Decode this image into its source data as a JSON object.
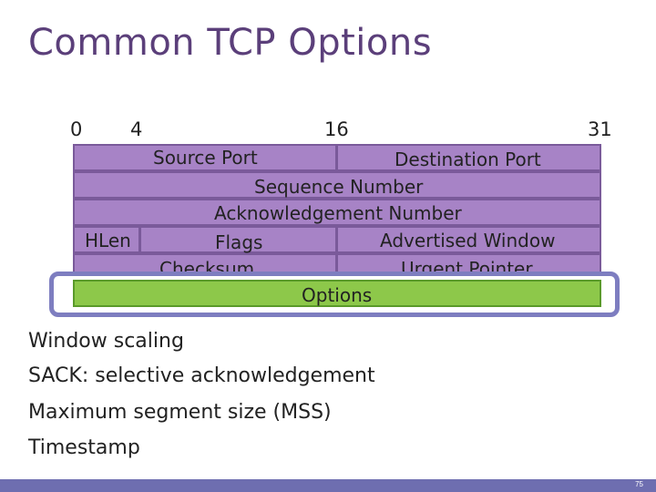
{
  "title": "Common TCP Options",
  "bit_positions": [
    "0",
    "4",
    "16",
    "31"
  ],
  "header_fields": {
    "source_port": "Source Port",
    "destination_port": "Destination Port",
    "sequence_number": "Sequence Number",
    "acknowledgement_number": "Acknowledgement Number",
    "hlen": "HLen",
    "flags": "Flags",
    "advertised_window": "Advertised Window",
    "checksum": "Checksum",
    "urgent_pointer": "Urgent Pointer",
    "options": "Options"
  },
  "options_list": [
    "Window scaling",
    "SACK: selective acknowledgement",
    "Maximum segment size (MSS)",
    "Timestamp"
  ],
  "page_number": "75",
  "colors": {
    "header_row": "#a783c6",
    "options_row": "#8dc84a",
    "highlight": "#7e7ec0",
    "title": "#5b3f7a"
  }
}
